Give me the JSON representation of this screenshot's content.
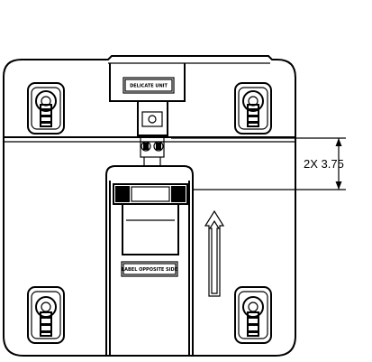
{
  "labels": {
    "top_plate": "DELICATE UNIT",
    "bottom_plate": "LABEL OPPOSITE SIDE"
  },
  "dimension": {
    "text": "2X 3.75"
  }
}
